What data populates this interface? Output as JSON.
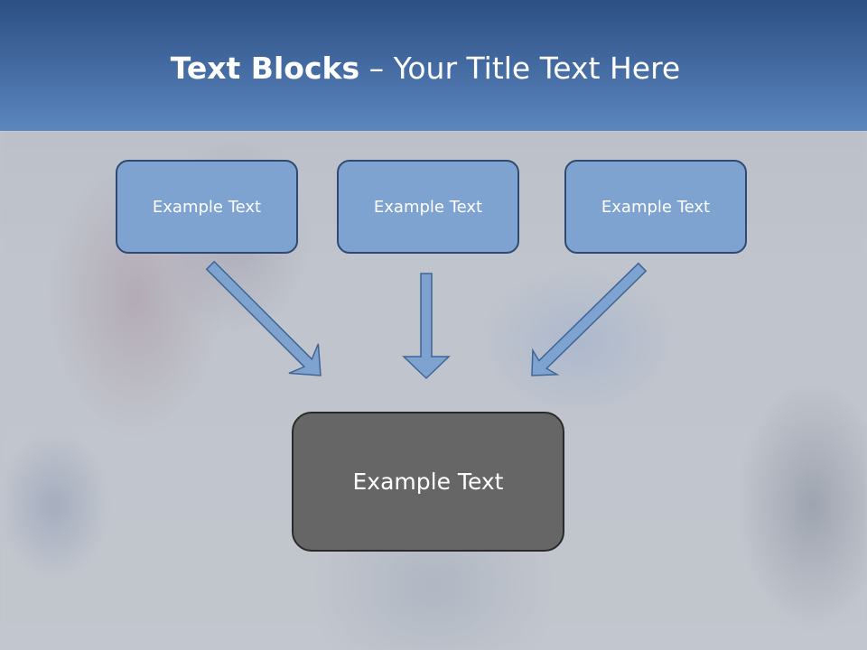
{
  "slide": {
    "title_bold": "Text Blocks",
    "title_separator": " – ",
    "title_rest": "Your Title Text Here"
  },
  "blocks": [
    {
      "label": "Example Text"
    },
    {
      "label": "Example Text"
    },
    {
      "label": "Example Text"
    }
  ],
  "result_block": {
    "label": "Example Text"
  },
  "colors": {
    "header_top": "#2b4f83",
    "header_bottom": "#5c86bf",
    "block_fill": "#7fa3d0",
    "block_border": "#2e4a73",
    "result_fill": "#666666",
    "arrow_fill": "#7fa3d0",
    "arrow_stroke": "#3f6496"
  }
}
